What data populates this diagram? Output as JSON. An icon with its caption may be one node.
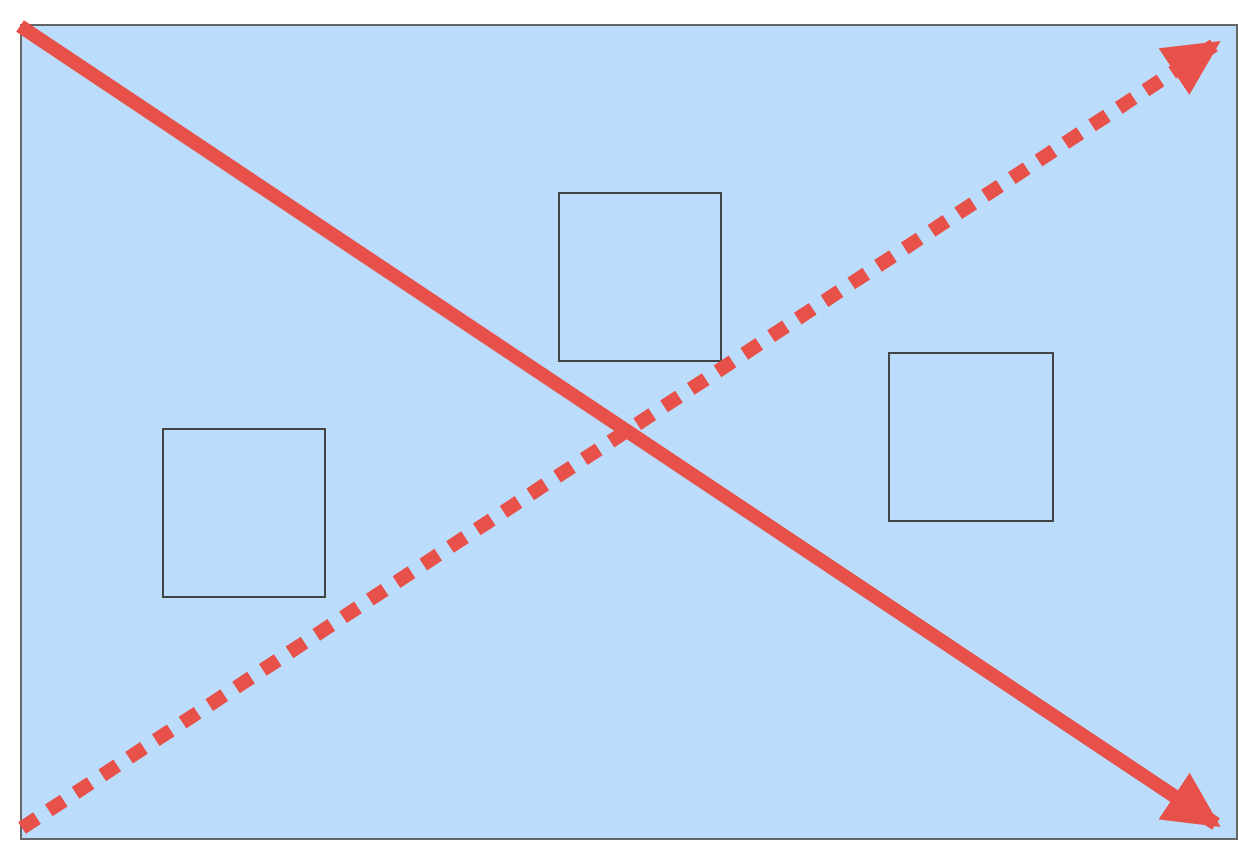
{
  "diagram": {
    "nodes": [
      {
        "text": [],
        "shape": "box"
      },
      {
        "text": [],
        "shape": "box",
        "in": 0
      },
      {
        "text": [],
        "shape": "box",
        "in": 0
      },
      {
        "text": [],
        "shape": "box",
        "in": 0
      }
    ]
  }
}
